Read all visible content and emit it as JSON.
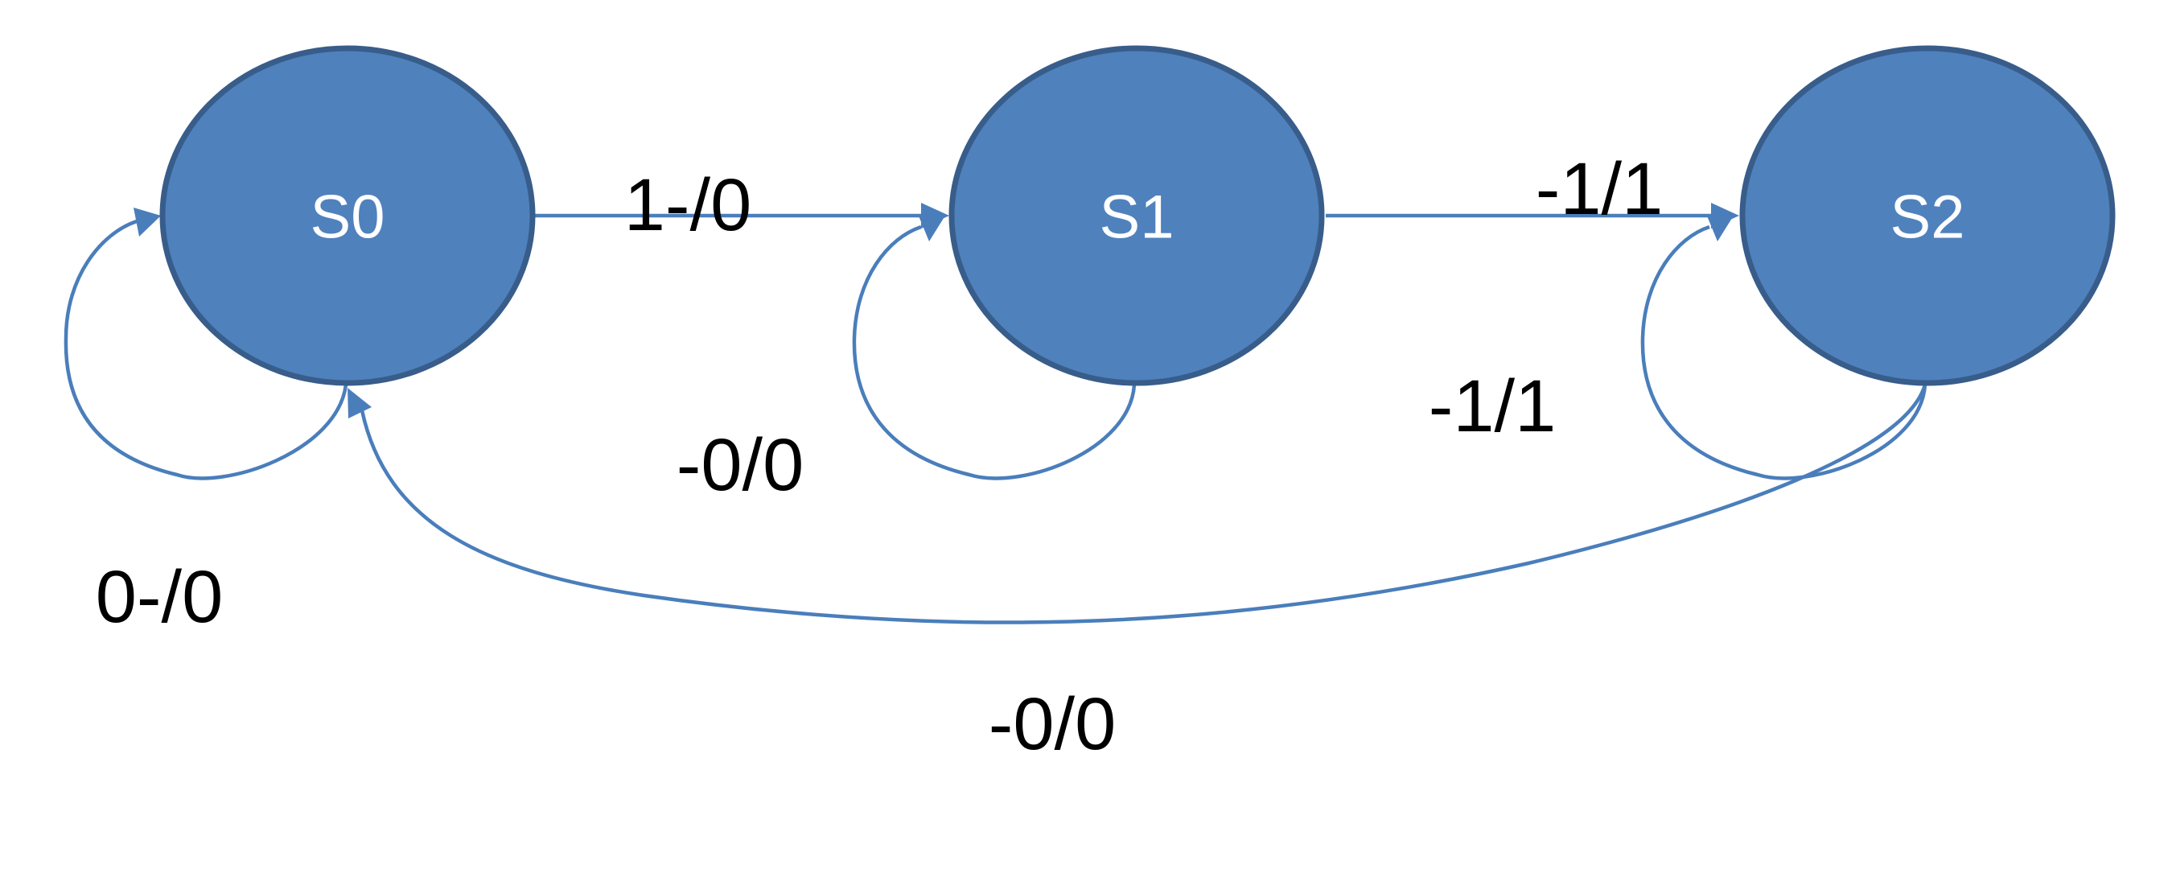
{
  "states": [
    {
      "id": "S0",
      "label": "S0"
    },
    {
      "id": "S1",
      "label": "S1"
    },
    {
      "id": "S2",
      "label": "S2"
    }
  ],
  "transitions": [
    {
      "from": "S0",
      "to": "S1",
      "label": "1-/0"
    },
    {
      "from": "S0",
      "to": "S0",
      "label": "0-/0"
    },
    {
      "from": "S1",
      "to": "S1",
      "label": "-0/0"
    },
    {
      "from": "S1",
      "to": "S2",
      "label": "-1/1"
    },
    {
      "from": "S2",
      "to": "S2",
      "label": "-1/1"
    },
    {
      "from": "S2",
      "to": "S0",
      "label": "-0/0"
    }
  ],
  "colors": {
    "state_fill": "#4f81bd",
    "state_border": "#385d8a",
    "edge": "#4a7ebb",
    "state_text": "#ffffff",
    "edge_text": "#000000"
  }
}
